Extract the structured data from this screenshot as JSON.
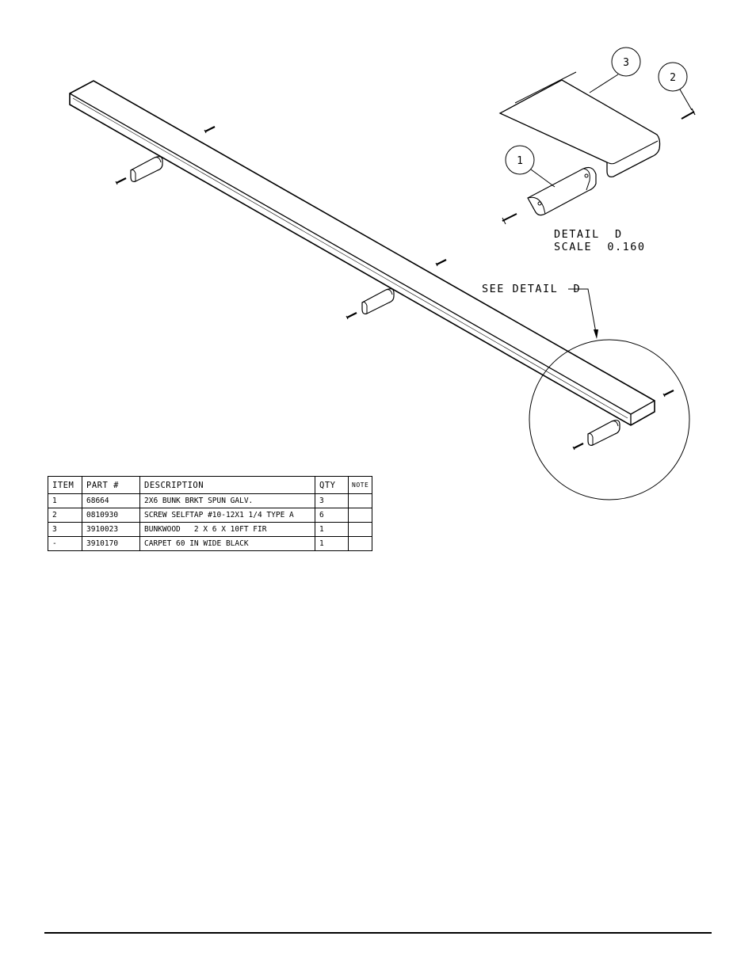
{
  "detail_label": {
    "title": "DETAIL  D",
    "scale": "SCALE  0.160"
  },
  "callout": {
    "text": "SEE DETAIL  D"
  },
  "balloons": [
    {
      "number": "3"
    },
    {
      "number": "2"
    },
    {
      "number": "1"
    }
  ],
  "bom": {
    "headers": [
      "ITEM",
      "PART #",
      "DESCRIPTION",
      "QTY",
      "NOTE"
    ],
    "rows": [
      {
        "item": "1",
        "part": "68664",
        "description": "2X6 BUNK BRKT SPUN GALV.",
        "qty": "3",
        "note": ""
      },
      {
        "item": "2",
        "part": "0810930",
        "description": "SCREW SELFTAP #10-12X1 1/4 TYPE A",
        "qty": "6",
        "note": ""
      },
      {
        "item": "3",
        "part": "3910023",
        "description": "BUNKWOOD   2 X 6 X 10FT FIR",
        "qty": "1",
        "note": ""
      },
      {
        "item": "-",
        "part": "3910170",
        "description": "CARPET 60 IN WIDE BLACK",
        "qty": "1",
        "note": ""
      }
    ]
  }
}
